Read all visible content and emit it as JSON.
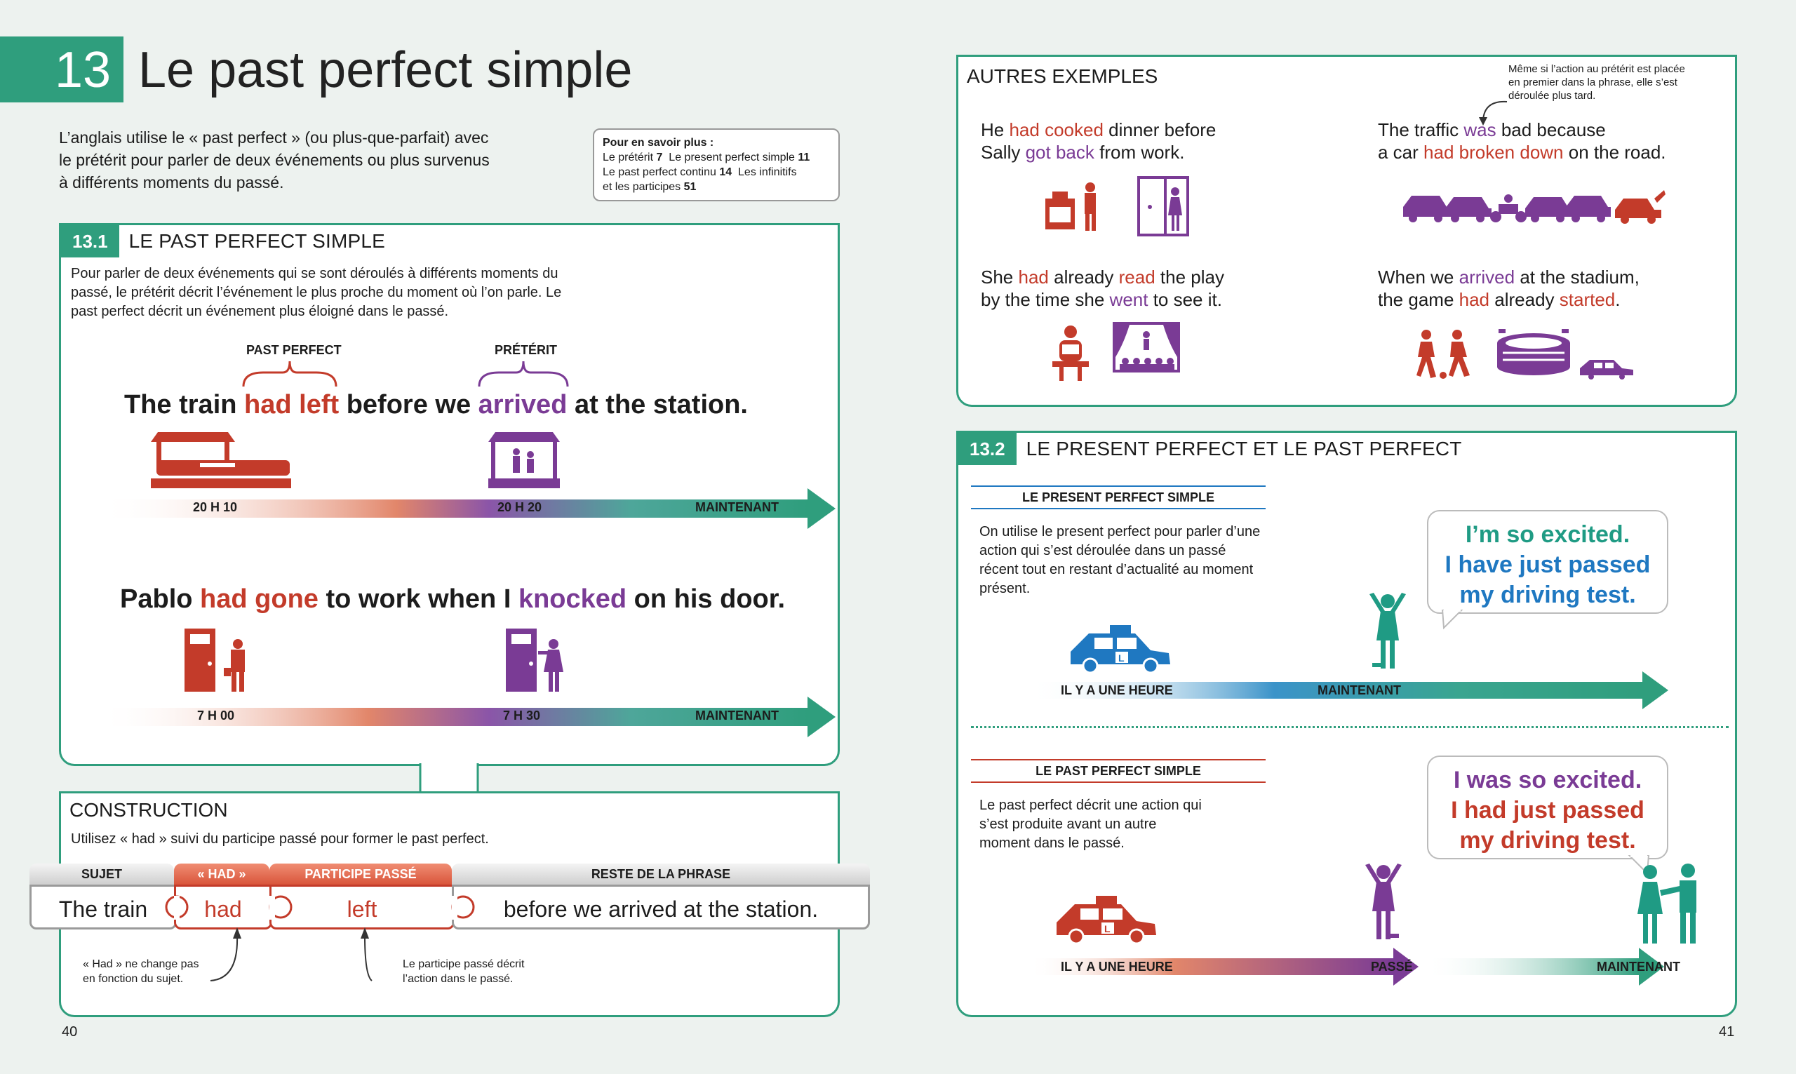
{
  "header": {
    "number": "13",
    "title": "Le past perfect simple"
  },
  "intro": "L’anglais utilise le « past perfect » (ou plus-que-parfait) avec le prétérit pour parler de deux événements ou plus survenus à différents moments du passé.",
  "refbox": {
    "title": "Pour en savoir plus :",
    "line1a": "Le prétérit",
    "line1an": "7",
    "line1b": "Le present perfect simple",
    "line1bn": "11",
    "line2a": "Le past perfect continu",
    "line2an": "14",
    "line2b": "Les infinitifs",
    "line3a": "et les participes",
    "line3an": "51"
  },
  "s131": {
    "num": "13.1",
    "title": "LE PAST PERFECT SIMPLE",
    "desc": "Pour parler de deux événements qui se sont déroulés à différents moments du passé, le prétérit décrit l’événement le plus proche du moment où l’on parle. Le past perfect décrit un événement plus éloigné dans le passé.",
    "label_pp": "PAST PERFECT",
    "label_pret": "PRÉTÉRIT",
    "s1": {
      "a": "The train ",
      "b": "had left",
      "c": " before we ",
      "d": "arrived",
      "e": " at the station."
    },
    "t1": {
      "a": "20 H 10",
      "b": "20 H 20",
      "c": "MAINTENANT"
    },
    "s2": {
      "a": "Pablo ",
      "b": "had gone",
      "c": " to work when I ",
      "d": "knocked",
      "e": " on his door."
    },
    "t2": {
      "a": "7 H 00",
      "b": "7 H 30",
      "c": "MAINTENANT"
    }
  },
  "construction": {
    "title": "CONSTRUCTION",
    "desc": "Utilisez « had » suivi du participe passé pour former le past perfect.",
    "h1": "SUJET",
    "h2": "« HAD »",
    "h3": "PARTICIPE PASSÉ",
    "h4": "RESTE DE LA PHRASE",
    "b1": "The train",
    "b2": "had",
    "b3": "left",
    "b4": "before we arrived at the station.",
    "note1a": "« Had » ne change pas",
    "note1b": "en fonction du sujet.",
    "note2a": "Le participe passé décrit",
    "note2b": "l’action dans le passé."
  },
  "page_left": "40",
  "page_right": "41",
  "autres": {
    "title": "AUTRES EXEMPLES",
    "note1": "Même si l’action au prétérit est placée",
    "note2": "en premier dans la phrase, elle s’est",
    "note3": "déroulée plus tard.",
    "e1": {
      "a": "He ",
      "b": "had cooked",
      "c": " dinner before",
      "d": "Sally ",
      "e": "got back",
      "f": " from work."
    },
    "e2": {
      "a": "The traffic ",
      "b": "was",
      "c": " bad because",
      "d": "a car ",
      "e": "had broken down",
      "f": " on the road."
    },
    "e3": {
      "a": "She ",
      "b": "had",
      "c": " already ",
      "d": "read",
      "e": " the play",
      "f": "by the time she ",
      "g": "went",
      "h": " to see it."
    },
    "e4": {
      "a": "When we ",
      "b": "arrived",
      "c": " at the stadium,",
      "d": "the game ",
      "e": "had",
      "f": " already ",
      "g": "started",
      "h": "."
    }
  },
  "s132": {
    "num": "13.2",
    "title": "LE PRESENT PERFECT ET LE PAST PERFECT",
    "sub1": "LE PRESENT PERFECT SIMPLE",
    "desc1": "On utilise le present perfect pour parler d’une action qui s’est déroulée dans un passé récent tout en restant d’actualité au moment présent.",
    "bubble1a": "I’m so excited.",
    "bubble1b": "I have just passed",
    "bubble1c": "my driving test.",
    "t1a": "IL Y A UNE HEURE",
    "t1b": "MAINTENANT",
    "sub2": "LE PAST PERFECT SIMPLE",
    "desc2": "Le past perfect décrit une action qui s’est produite avant un autre moment dans le passé.",
    "bubble2a": "I was so excited.",
    "bubble2b": "I had just passed",
    "bubble2c": "my driving test.",
    "t2a": "IL Y A UNE HEURE",
    "t2b": "PASSÉ",
    "t2c": "MAINTENANT",
    "lplate": "L"
  }
}
